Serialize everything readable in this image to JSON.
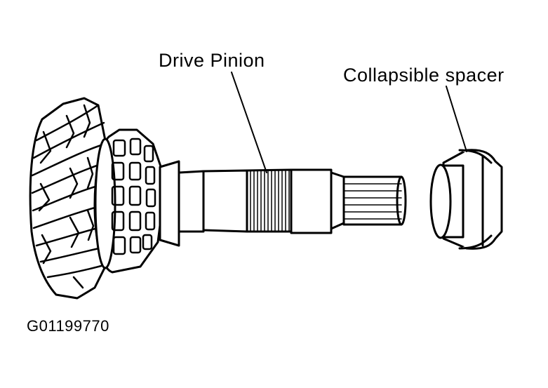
{
  "labels": {
    "drive_pinion": "Drive Pinion",
    "collapsible_spacer": "Collapsible spacer",
    "figure_code": "G01199770"
  },
  "colors": {
    "ink": "#000000",
    "paper": "#ffffff"
  }
}
